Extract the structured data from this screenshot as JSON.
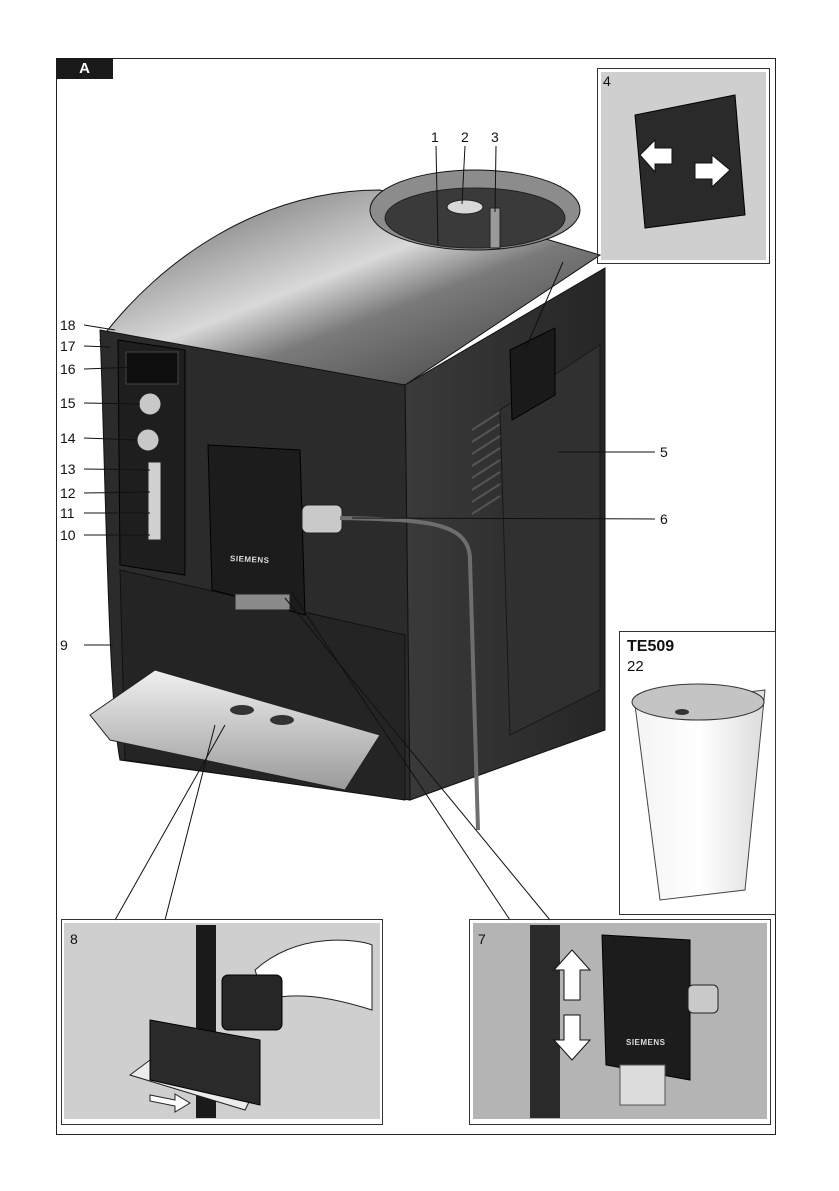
{
  "figure": {
    "label": "A"
  },
  "callouts": {
    "c1": "1",
    "c2": "2",
    "c3": "3",
    "c4": "4",
    "c5": "5",
    "c6": "6",
    "c7": "7",
    "c8": "8",
    "c9": "9",
    "c10": "10",
    "c11": "11",
    "c12": "12",
    "c13": "13",
    "c14": "14",
    "c15": "15",
    "c16": "16",
    "c17": "17",
    "c18": "18"
  },
  "accessory": {
    "model": "TE509",
    "part_number": "22"
  },
  "brand": {
    "machine_logo": "SIEMENS",
    "inset_logo": "SIEMENS"
  },
  "colors": {
    "body": "#2b2b2b",
    "panel": "#1e1e1e",
    "metal": "#bdbdbd",
    "inset_bg": "#cfcfcf"
  }
}
